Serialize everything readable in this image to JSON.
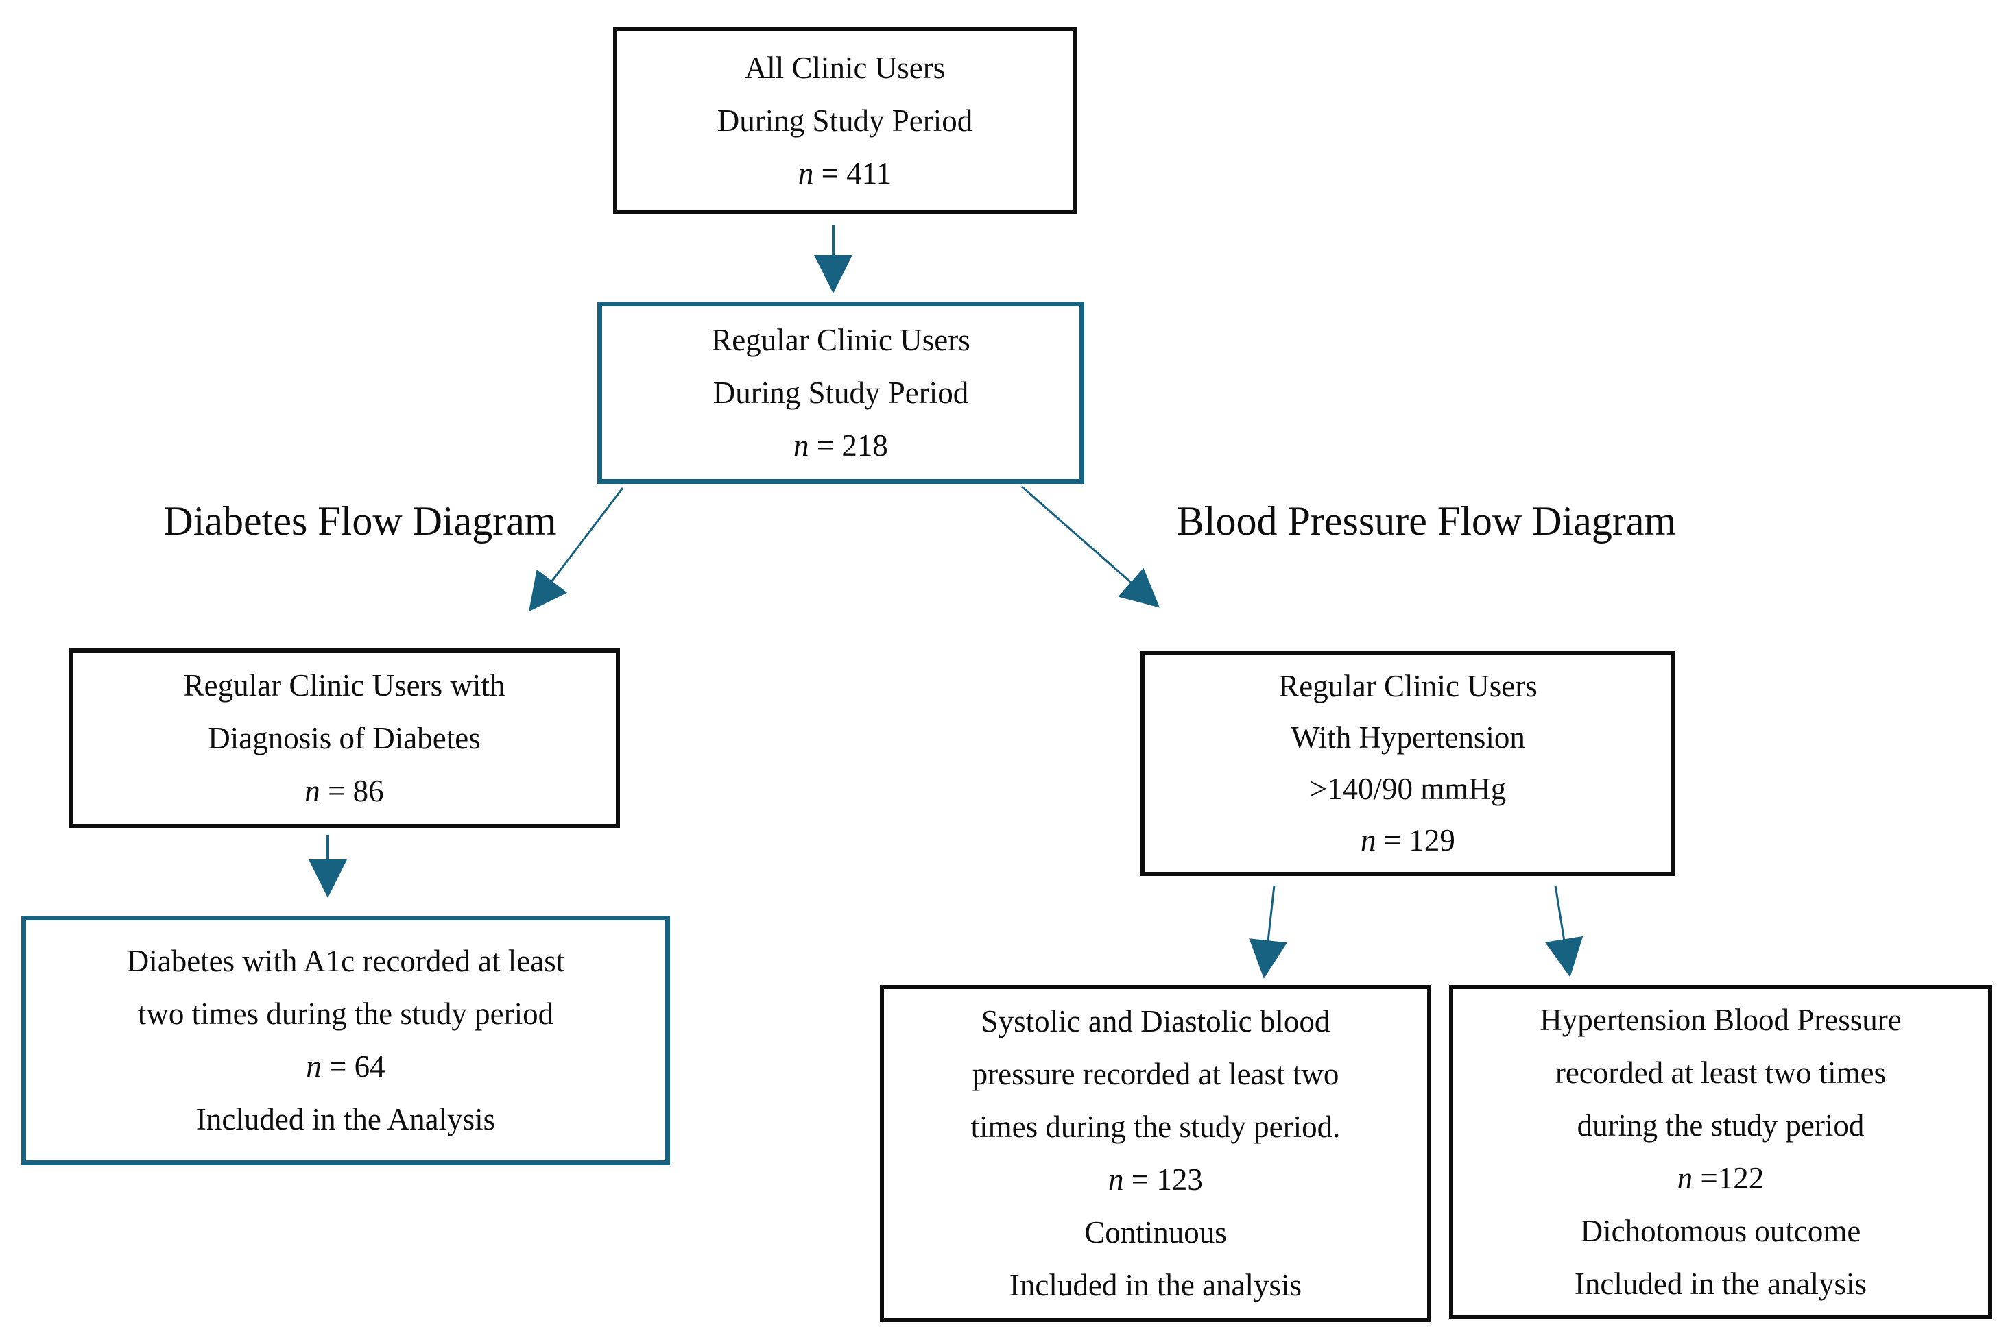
{
  "colors": {
    "accent_teal": "#176280",
    "box_border_black": "#0D0D0D",
    "text": "#0D0D0D",
    "background": "#FFFFFF"
  },
  "headings": {
    "diabetes": "Diabetes Flow Diagram",
    "blood_pressure": "Blood Pressure Flow Diagram"
  },
  "boxes": {
    "all_clinic_users": {
      "line1": "All Clinic Users",
      "line2": "During Study Period",
      "n_italic": "n",
      "n_rest": " = 411"
    },
    "regular_clinic_users": {
      "line1": "Regular Clinic Users",
      "line2": "During Study Period",
      "n_italic": "n",
      "n_rest": " = 218"
    },
    "diabetes_diagnosis": {
      "line1": "Regular Clinic Users with",
      "line2": "Diagnosis of Diabetes",
      "n_italic": "n",
      "n_rest": " = 86"
    },
    "diabetes_a1c": {
      "line1": "Diabetes with A1c recorded at least",
      "line2": "two times during the study period",
      "n_italic": "n",
      "n_rest": " = 64",
      "footer1": "Included in the Analysis"
    },
    "hypertension": {
      "line1": "Regular Clinic Users",
      "line2": "With Hypertension",
      "line3": ">140/90 mmHg",
      "n_italic": "n",
      "n_rest": " = 129"
    },
    "systolic_diastolic": {
      "line1": "Systolic and Diastolic blood",
      "line2": "pressure recorded at least two",
      "line3": "times during the study period.",
      "n_italic": "n",
      "n_rest": " = 123",
      "footer1": "Continuous",
      "footer2": "Included in the analysis"
    },
    "hypertension_bp": {
      "line1": "Hypertension Blood Pressure",
      "line2": "recorded at least two times",
      "line3": "during the study period",
      "n_italic": "n",
      "n_rest": " =122",
      "footer1": "Dichotomous outcome",
      "footer2": "Included in the analysis"
    }
  }
}
